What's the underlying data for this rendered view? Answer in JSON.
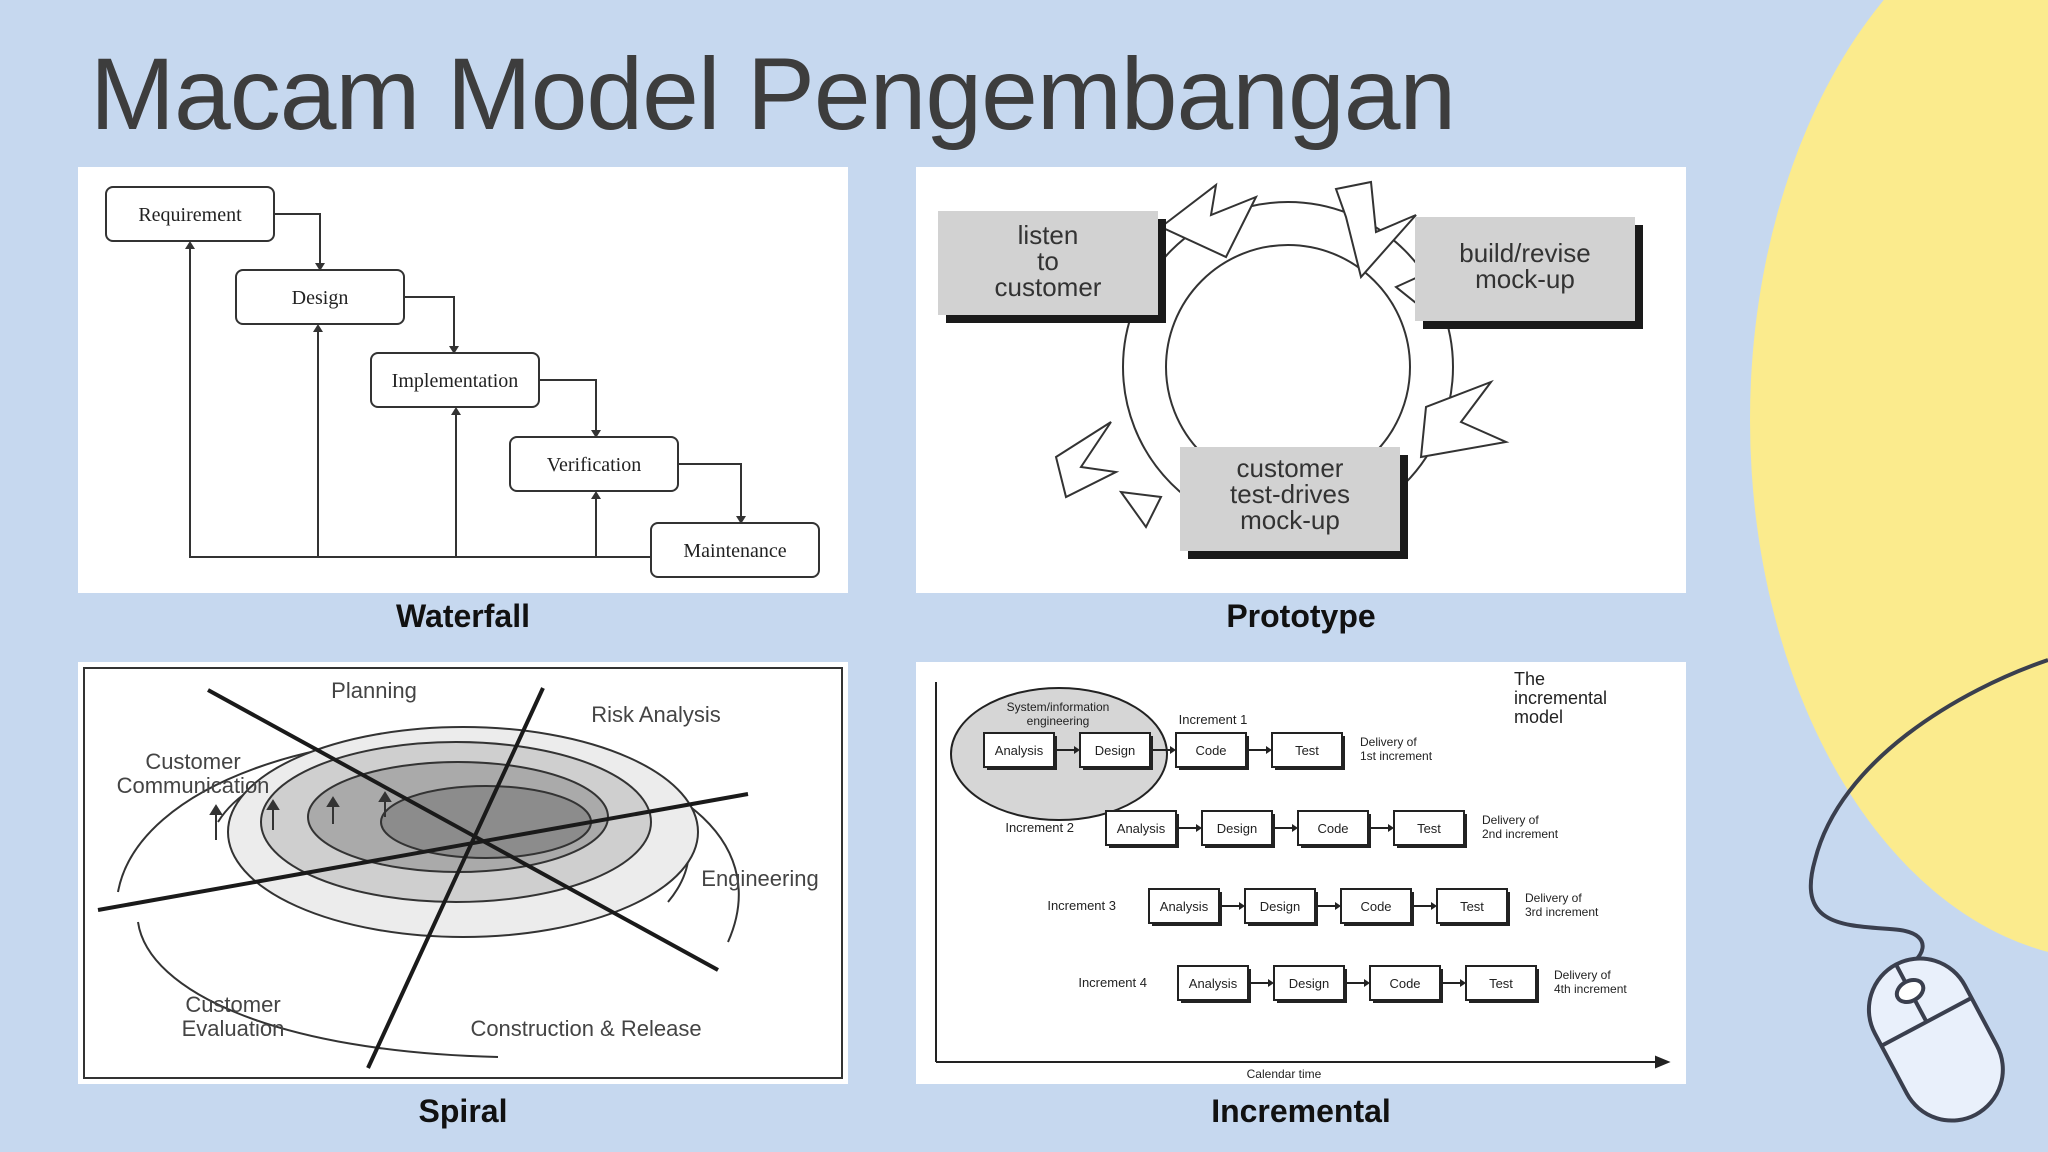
{
  "title": "Macam Model Pengembangan",
  "colors": {
    "background": "#c6d8ef",
    "accent_yellow": "#fbeb8d",
    "title": "#3d3d3d"
  },
  "icons": [
    "mouse-icon"
  ],
  "waterfall": {
    "caption": "Waterfall",
    "steps": [
      "Requirement",
      "Design",
      "Implementation",
      "Verification",
      "Maintenance"
    ]
  },
  "prototype": {
    "caption": "Prototype",
    "boxes": {
      "listen": [
        "listen",
        "to",
        "customer"
      ],
      "build": [
        "build/revise",
        "mock-up"
      ],
      "test": [
        "customer",
        "test-drives",
        "mock-up"
      ]
    }
  },
  "spiral": {
    "caption": "Spiral",
    "sectors": {
      "planning": "Planning",
      "risk": "Risk Analysis",
      "communication": [
        "Customer",
        "Communication"
      ],
      "engineering": "Engineering",
      "evaluation": [
        "Customer",
        "Evaluation"
      ],
      "construction": "Construction & Release"
    }
  },
  "incremental": {
    "caption": "Incremental",
    "model_label": [
      "The",
      "incremental",
      "model"
    ],
    "system_label": [
      "System/information",
      "engineering"
    ],
    "stages": [
      "Analysis",
      "Design",
      "Code",
      "Test"
    ],
    "increments": [
      {
        "label": "Increment 1",
        "delivery": [
          "Delivery of",
          "1st increment"
        ]
      },
      {
        "label": "Increment 2",
        "delivery": [
          "Delivery of",
          "2nd increment"
        ]
      },
      {
        "label": "Increment 3",
        "delivery": [
          "Delivery of",
          "3rd increment"
        ]
      },
      {
        "label": "Increment 4",
        "delivery": [
          "Delivery of",
          "4th increment"
        ]
      }
    ],
    "axis_label": "Calendar time"
  }
}
